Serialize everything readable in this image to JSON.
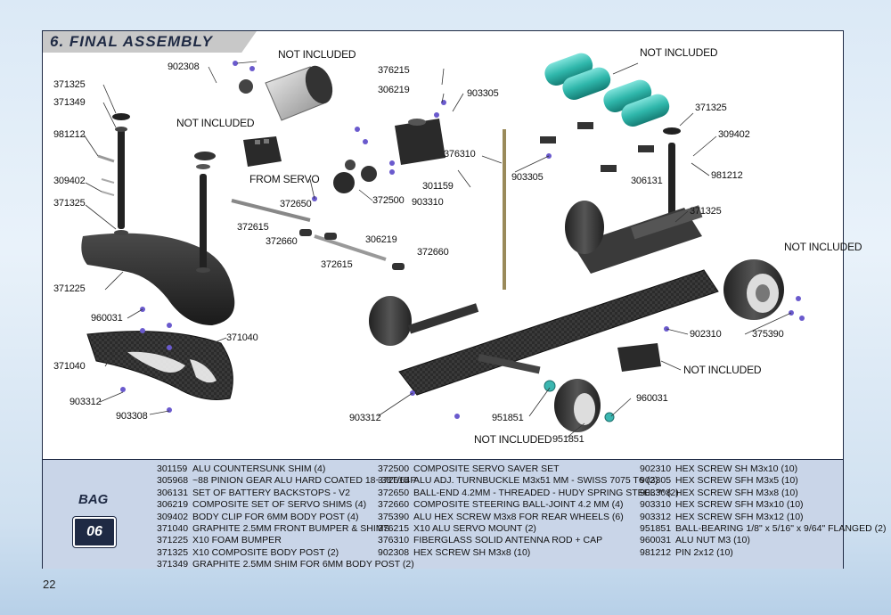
{
  "section_title": "6. FINAL ASSEMBLY",
  "page_number": "22",
  "bag": {
    "label": "BAG",
    "number": "06"
  },
  "callouts": {
    "not_included_motor": "NOT INCLUDED",
    "not_included_batteries": "NOT INCLUDED",
    "not_included_servo": "NOT INCLUDED",
    "not_included_wheel_right": "NOT INCLUDED",
    "not_included_receiver": "NOT INCLUDED",
    "not_included_wheel_front": "NOT INCLUDED",
    "from_servo": "FROM SERVO",
    "c902308": "902308",
    "c371325_a": "371325",
    "c371349": "371349",
    "c981212_a": "981212",
    "c309402_a": "309402",
    "c371325_b": "371325",
    "c371225": "371225",
    "c960031_a": "960031",
    "c371040_a": "371040",
    "c371040_b": "371040",
    "c903312_a": "903312",
    "c903308": "903308",
    "c372650": "372650",
    "c372615_a": "372615",
    "c372660_a": "372660",
    "c306219_a": "306219",
    "c372615_b": "372615",
    "c372660_b": "372660",
    "c372500": "372500",
    "c903310": "903310",
    "c376215": "376215",
    "c306219_b": "306219",
    "c903305_a": "903305",
    "c376310": "376310",
    "c301159": "301159",
    "c903305_b": "903305",
    "c306131": "306131",
    "c371325_c": "371325",
    "c309402_b": "309402",
    "c981212_b": "981212",
    "c371325_d": "371325",
    "c902310": "902310",
    "c375390": "375390",
    "c903312_b": "903312",
    "c951851_a": "951851",
    "c960031_b": "960031",
    "c951851_b": "951851"
  },
  "parts": {
    "col1": [
      {
        "code": "301159",
        "desc": "ALU COUNTERSUNK SHIM (4)"
      },
      {
        "code": "305968",
        "desc": "~88 PINION GEAR ALU HARD COATED 18~38T/64P"
      },
      {
        "code": "306131",
        "desc": "SET OF BATTERY BACKSTOPS - V2"
      },
      {
        "code": "306219",
        "desc": "COMPOSITE SET OF SERVO SHIMS (4)"
      },
      {
        "code": "309402",
        "desc": "BODY CLIP FOR 6MM BODY POST (4)"
      },
      {
        "code": "371040",
        "desc": "GRAPHITE 2.5MM FRONT BUMPER & SHIMS"
      },
      {
        "code": "371225",
        "desc": "X10 FOAM BUMPER"
      },
      {
        "code": "371325",
        "desc": "X10 COMPOSITE BODY POST (2)"
      },
      {
        "code": "371349",
        "desc": "GRAPHITE 2.5MM SHIM FOR 6MM BODY POST (2)"
      }
    ],
    "col2": [
      {
        "code": "372500",
        "desc": "COMPOSITE SERVO SAVER SET"
      },
      {
        "code": "372615",
        "desc": "ALU ADJ. TURNBUCKLE M3x51 MM - SWISS 7075 T6 (2)"
      },
      {
        "code": "372650",
        "desc": "BALL-END 4.2MM - THREADED - HUDY SPRING STEEL™ (2)"
      },
      {
        "code": "372660",
        "desc": "COMPOSITE STEERING BALL-JOINT 4.2 MM (4)"
      },
      {
        "code": "375390",
        "desc": "ALU HEX SCREW M3x8 FOR REAR WHEELS (6)"
      },
      {
        "code": "376215",
        "desc": "X10 ALU SERVO MOUNT (2)"
      },
      {
        "code": "376310",
        "desc": "FIBERGLASS SOLID ANTENNA ROD + CAP"
      },
      {
        "code": "",
        "desc": ""
      },
      {
        "code": "902308",
        "desc": "HEX SCREW SH M3x8  (10)"
      }
    ],
    "col3": [
      {
        "code": "902310",
        "desc": "HEX SCREW SH M3x10  (10)"
      },
      {
        "code": "903305",
        "desc": "HEX SCREW SFH M3x5  (10)"
      },
      {
        "code": "903308",
        "desc": "HEX SCREW SFH M3x8  (10)"
      },
      {
        "code": "903310",
        "desc": "HEX SCREW SFH M3x10  (10)"
      },
      {
        "code": "903312",
        "desc": "HEX SCREW SFH M3x12  (10)"
      },
      {
        "code": "951851",
        "desc": "BALL-BEARING 1/8\" x 5/16\" x 9/64\" FLANGED  (2)"
      },
      {
        "code": "960031",
        "desc": "ALU NUT M3  (10)"
      },
      {
        "code": "981212",
        "desc": "PIN 2x12  (10)"
      }
    ]
  }
}
